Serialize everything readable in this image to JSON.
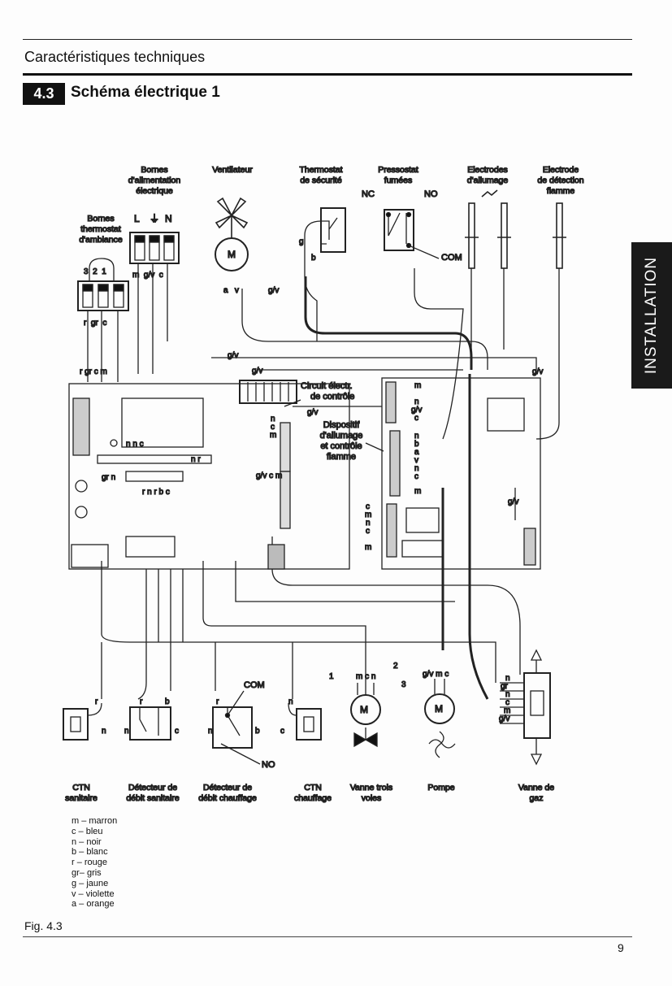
{
  "header": {
    "title": "Caractéristiques techniques",
    "section_number": "4.3",
    "section_title": "Schéma électrique 1"
  },
  "side_tab": "INSTALLATION",
  "components_top": {
    "bornes_alim": [
      "Bornes",
      "d'alimentation",
      "électrique"
    ],
    "bornes_alim_terms": [
      "L",
      "⏚",
      "N"
    ],
    "bornes_alim_wires": "m  g/v  c",
    "bornes_thermo": [
      "Bornes",
      "thermostat",
      "d'ambiance"
    ],
    "bornes_thermo_terms": "3  2  1",
    "bornes_thermo_wires": "r  gr  c",
    "ventilateur": "Ventilateur",
    "vent_wires": "a   v",
    "thermostat": [
      "Thermostat",
      "de sécurité"
    ],
    "pressostat": [
      "Pressostat",
      "fumées"
    ],
    "nc": "NC",
    "no": "NO",
    "com": "COM",
    "electrodes": [
      "Electrodes",
      "d'allumage"
    ],
    "electrode_det": [
      "Electrode",
      "de détection",
      "flamme"
    ],
    "motor": "M"
  },
  "board": {
    "circuit": [
      "Circuit électr.",
      "de contrôle"
    ],
    "dispositif": [
      "Dispositif",
      "d'allumage",
      "et contrôle",
      "flamme"
    ],
    "gv": "g/v",
    "left_letters": "r gr c m",
    "pins1": "n n c",
    "pins2": "gr n",
    "pins3": "r n r b c",
    "pins4": "n r",
    "ncm": [
      "n",
      "c",
      "m"
    ],
    "gvcm": "g/v c m",
    "cmnc": [
      "c",
      "m",
      "n",
      "c"
    ],
    "m": "m",
    "right_pins": [
      "m",
      "n",
      "g/v",
      "c",
      "n",
      "b",
      "a",
      "v",
      "n",
      "c",
      "m"
    ]
  },
  "components_bottom": [
    {
      "label": [
        "CTN",
        "sanitaire"
      ],
      "wires": [
        "r",
        "n"
      ]
    },
    {
      "label": [
        "Détecteur de",
        "débit sanitaire"
      ],
      "wires": [
        "r",
        "b",
        "n",
        "c"
      ]
    },
    {
      "label": [
        "Détecteur de",
        "débit chauffage"
      ],
      "wires": [
        "r",
        "n",
        "b"
      ],
      "com": "COM",
      "no": "NO"
    },
    {
      "label": [
        "CTN",
        "chauffage"
      ],
      "wires": [
        "n",
        "c"
      ]
    },
    {
      "label": [
        "Vanne trois",
        "voies"
      ],
      "wires": "m c n",
      "nums": [
        "1",
        "2",
        "3"
      ]
    },
    {
      "label": [
        "Pompe",
        ""
      ],
      "wires": "g/v m c"
    },
    {
      "label": [
        "Vanne de",
        "gaz"
      ],
      "wires": [
        "n",
        "gr",
        "n",
        "c",
        "m",
        "g/v"
      ]
    }
  ],
  "legend": [
    "m – marron",
    "c – bleu",
    "n – noir",
    "b – blanc",
    "r – rouge",
    "gr– gris",
    "g – jaune",
    "v – violette",
    "a – orange"
  ],
  "figure_label": "Fig. 4.3",
  "page_number": "9"
}
